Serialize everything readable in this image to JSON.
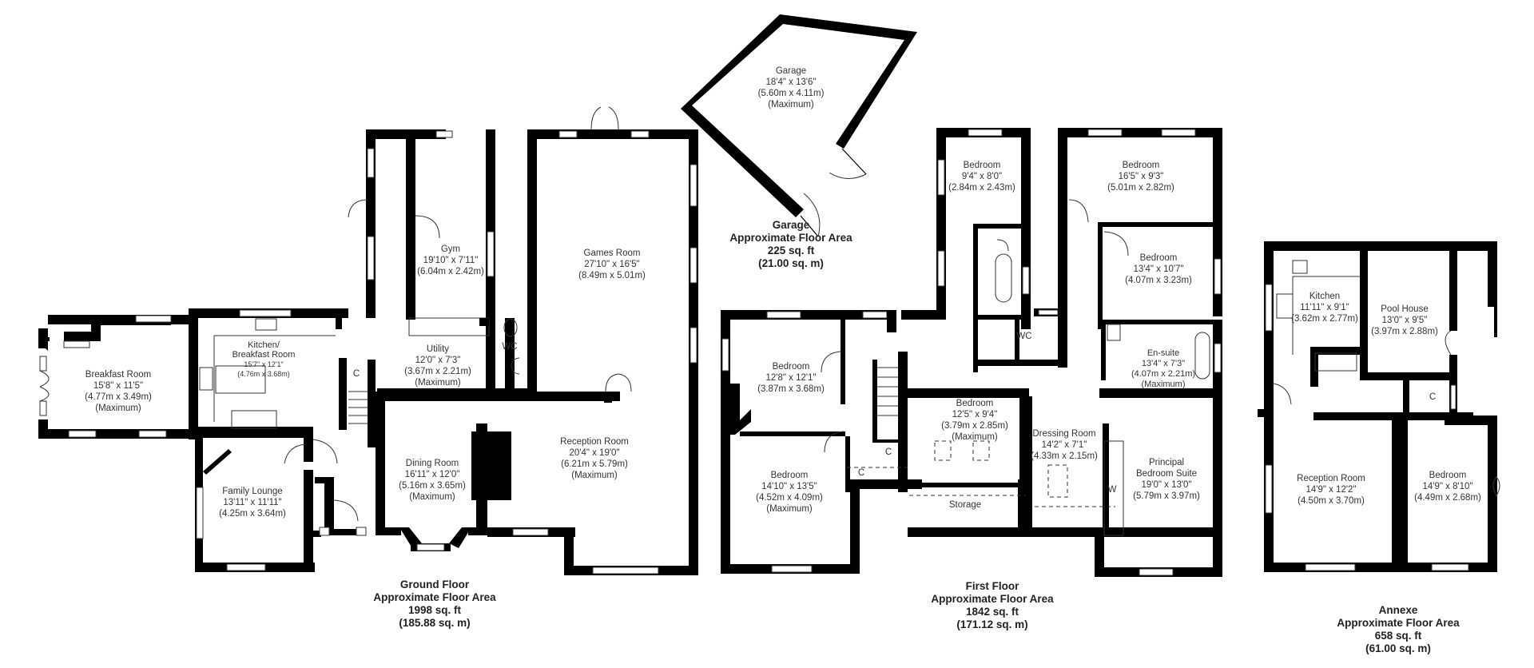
{
  "floors": {
    "ground": {
      "title": "Ground Floor",
      "subtitle": "Approximate Floor Area",
      "sqft": "1998 sq. ft",
      "sqm": "(185.88 sq. m)",
      "rooms": [
        {
          "name": "Breakfast Room",
          "imperial": "15'8\" x 11'5\"",
          "metric": "(4.77m x 3.49m)",
          "note": "(Maximum)"
        },
        {
          "name": "Kitchen/",
          "name2": "Breakfast Room",
          "imperial": "15'7\" x 12'1\"",
          "metric": "(4.76m x 3.68m)",
          "note": ""
        },
        {
          "name": "Gym",
          "imperial": "19'10\" x 7'11\"",
          "metric": "(6.04m x 2.42m)",
          "note": ""
        },
        {
          "name": "Utility",
          "imperial": "12'0\" x 7'3\"",
          "metric": "(3.67m x 2.21m)",
          "note": "(Maximum)"
        },
        {
          "name": "Games Room",
          "imperial": "27'10\" x 16'5\"",
          "metric": "(8.49m x 5.01m)",
          "note": ""
        },
        {
          "name": "Family Lounge",
          "imperial": "13'11\" x 11'11\"",
          "metric": "(4.25m x 3.64m)",
          "note": ""
        },
        {
          "name": "Dining Room",
          "imperial": "16'11\" x 12'0\"",
          "metric": "(5.16m x 3.65m)",
          "note": "(Maximum)"
        },
        {
          "name": "Reception Room",
          "imperial": "20'4\" x 19'0\"",
          "metric": "(6.21m x 5.79m)",
          "note": "(Maximum)"
        }
      ],
      "labels": {
        "wc": "WC",
        "cupboard": "C"
      }
    },
    "garage": {
      "title": "Garage",
      "subtitle": "Approximate Floor Area",
      "sqft": "225 sq. ft",
      "sqm": "(21.00 sq. m)",
      "rooms": [
        {
          "name": "Garage",
          "imperial": "18'4\" x 13'6\"",
          "metric": "(5.60m x 4.11m)",
          "note": "(Maximum)"
        }
      ]
    },
    "first": {
      "title": "First Floor",
      "subtitle": "Approximate Floor Area",
      "sqft": "1842 sq. ft",
      "sqm": "(171.12 sq. m)",
      "rooms": [
        {
          "name": "Bedroom",
          "imperial": "9'4\" x 8'0\"",
          "metric": "(2.84m x 2.43m)",
          "note": ""
        },
        {
          "name": "Bedroom",
          "imperial": "16'5\" x 9'3\"",
          "metric": "(5.01m x 2.82m)",
          "note": ""
        },
        {
          "name": "Bedroom",
          "imperial": "13'4\" x 10'7\"",
          "metric": "(4.07m x 3.23m)",
          "note": ""
        },
        {
          "name": "En-suite",
          "imperial": "13'4\" x 7'3\"",
          "metric": "(4.07m x 2.21m)",
          "note": "(Maximum)"
        },
        {
          "name": "Bedroom",
          "imperial": "12'8\" x 12'1\"",
          "metric": "(3.87m x 3.68m)",
          "note": ""
        },
        {
          "name": "Bedroom",
          "imperial": "14'10\" x 13'5\"",
          "metric": "(4.52m x 4.09m)",
          "note": "(Maximum)"
        },
        {
          "name": "Bedroom",
          "imperial": "12'5\" x 9'4\"",
          "metric": "(3.79m x 2.85m)",
          "note": "(Maximum)"
        },
        {
          "name": "Dressing Room",
          "imperial": "14'2\" x 7'1\"",
          "metric": "(4.33m x 2.15m)",
          "note": ""
        },
        {
          "name": "Principal",
          "name2": "Bedroom Suite",
          "imperial": "19'0\" x 13'0\"",
          "metric": "(5.79m x 3.97m)",
          "note": ""
        }
      ],
      "labels": {
        "wc": "WC",
        "cupboard": "C",
        "storage": "Storage",
        "wardrobe": "W"
      }
    },
    "annexe": {
      "title": "Annexe",
      "subtitle": "Approximate Floor Area",
      "sqft": "658 sq. ft",
      "sqm": "(61.00 sq. m)",
      "rooms": [
        {
          "name": "Kitchen",
          "imperial": "11'11\" x 9'1\"",
          "metric": "(3.62m x 2.77m)",
          "note": ""
        },
        {
          "name": "Pool House",
          "imperial": "13'0\" x 9'5\"",
          "metric": "(3.97m x 2.88m)",
          "note": ""
        },
        {
          "name": "Reception Room",
          "imperial": "14'9\" x 12'2\"",
          "metric": "(4.50m x 3.70m)",
          "note": ""
        },
        {
          "name": "Bedroom",
          "imperial": "14'9\" x 8'10\"",
          "metric": "(4.49m x 2.68m)",
          "note": ""
        }
      ],
      "labels": {
        "cupboard": "C"
      }
    }
  },
  "colors": {
    "wall": "#000000",
    "text": "#333333",
    "background": "#ffffff"
  }
}
